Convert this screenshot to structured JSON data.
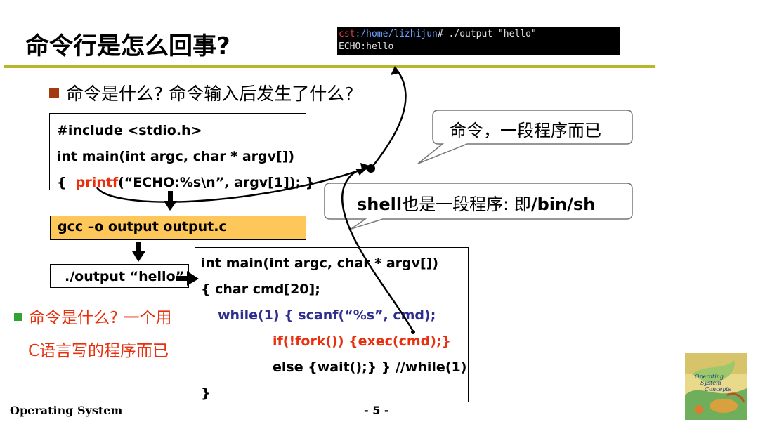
{
  "slide": {
    "title": "命令行是怎么回事?",
    "terminal": {
      "user": "cst",
      "path": ":/home/lizhijun",
      "command": "# ./output \"hello\"",
      "output": "ECHO:hello"
    },
    "bullet_main": "命令是什么? 命令输入后发生了什么?",
    "source_code": {
      "line1": "#include <stdio.h>",
      "line2": "int main(int argc, char * argv[])",
      "line3_prefix": "{  ",
      "line3_func": "printf",
      "line3_rest": "(“ECHO:%s\\n”, argv[1]); }"
    },
    "compile_cmd": "gcc –o output output.c",
    "run_cmd": "./output “hello”",
    "shell_code": {
      "line1": "int main(int argc, char * argv[])",
      "line2": "{  char cmd[20];",
      "line3": "while(1)  { scanf(“%s”, cmd);",
      "line4": "if(!fork()) {exec(cmd);}",
      "line5": "else {wait();}  }  //while(1)",
      "line6": "}"
    },
    "callout_top": "命令，一段程序而已",
    "callout_shell_prefix": "shell",
    "callout_shell_mid": "也是一段程序: 即",
    "callout_shell_path": "/bin/sh",
    "bullet_red_line1": "命令是什么? 一个用",
    "bullet_red_line2": "C语言写的程序而已",
    "footer_left": "Operating System",
    "footer_page": "- 5 -",
    "book_cover_text": "Operating System Concepts",
    "colors": {
      "rule": "#b5b82a",
      "compile_box": "#fdc75a",
      "red_text": "#e8300e",
      "blue_text": "#2d2e8f"
    }
  }
}
